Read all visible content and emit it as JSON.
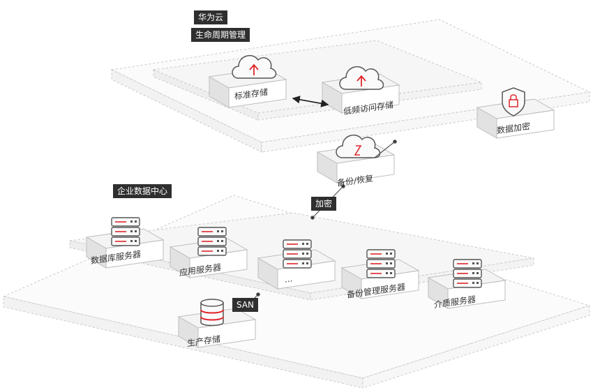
{
  "cloud": {
    "tag": "华为云",
    "lifecycle_tag": "生命周期管理",
    "standard_storage": "标准存储",
    "infrequent_storage": "低频访问存储",
    "data_encryption": "数据加密"
  },
  "backup": {
    "label": "备份/恢复",
    "encrypt_tag": "加密"
  },
  "enterprise": {
    "tag": "企业数据中心",
    "servers": [
      "数据库服务器",
      "应用服务器",
      "...",
      "备份管理服务器",
      "介质服务器"
    ],
    "san_tag": "SAN",
    "production_storage": "生产存储"
  },
  "colors": {
    "accent": "#e0262b",
    "tag_bg": "#2f2f2f",
    "outline": "#c8c8c8"
  }
}
